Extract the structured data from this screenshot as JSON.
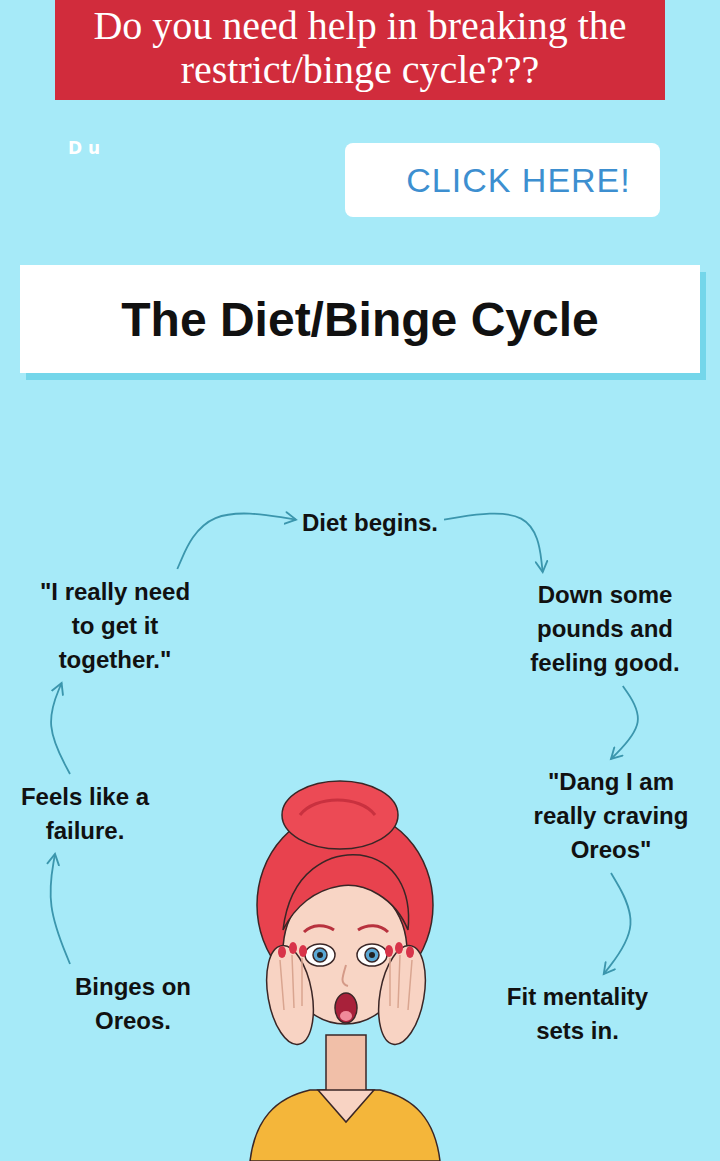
{
  "diagram": {
    "title": "The Diet/Binge Cycle",
    "nodes": [
      {
        "text": [
          "Do you need help in breaking the restrict/binge cycle???"
        ]
      },
      {
        "text": [
          "CLICK HERE!"
        ]
      },
      {
        "text": [
          "Diet begins."
        ]
      },
      {
        "text": [
          "Down some pounds and feeling good."
        ]
      },
      {
        "text": [
          "\"Dang I am really craving Oreos\""
        ]
      },
      {
        "text": [
          "Fit mentality sets in."
        ]
      },
      {
        "text": [
          "Binges on Oreos."
        ]
      },
      {
        "text": [
          "Feels like a failure."
        ]
      },
      {
        "text": [
          "\"I really need to get it together.\""
        ]
      }
    ],
    "edges": [
      {
        "from": 8,
        "to": 2,
        "arrow": "to"
      },
      {
        "from": 2,
        "to": 3,
        "arrow": "to"
      },
      {
        "from": 3,
        "to": 4,
        "arrow": "to"
      },
      {
        "from": 4,
        "to": 5,
        "arrow": "to"
      },
      {
        "from": 6,
        "to": 7,
        "arrow": "to"
      },
      {
        "from": 7,
        "to": 8,
        "arrow": "to"
      }
    ],
    "labels": [
      "D u"
    ]
  }
}
